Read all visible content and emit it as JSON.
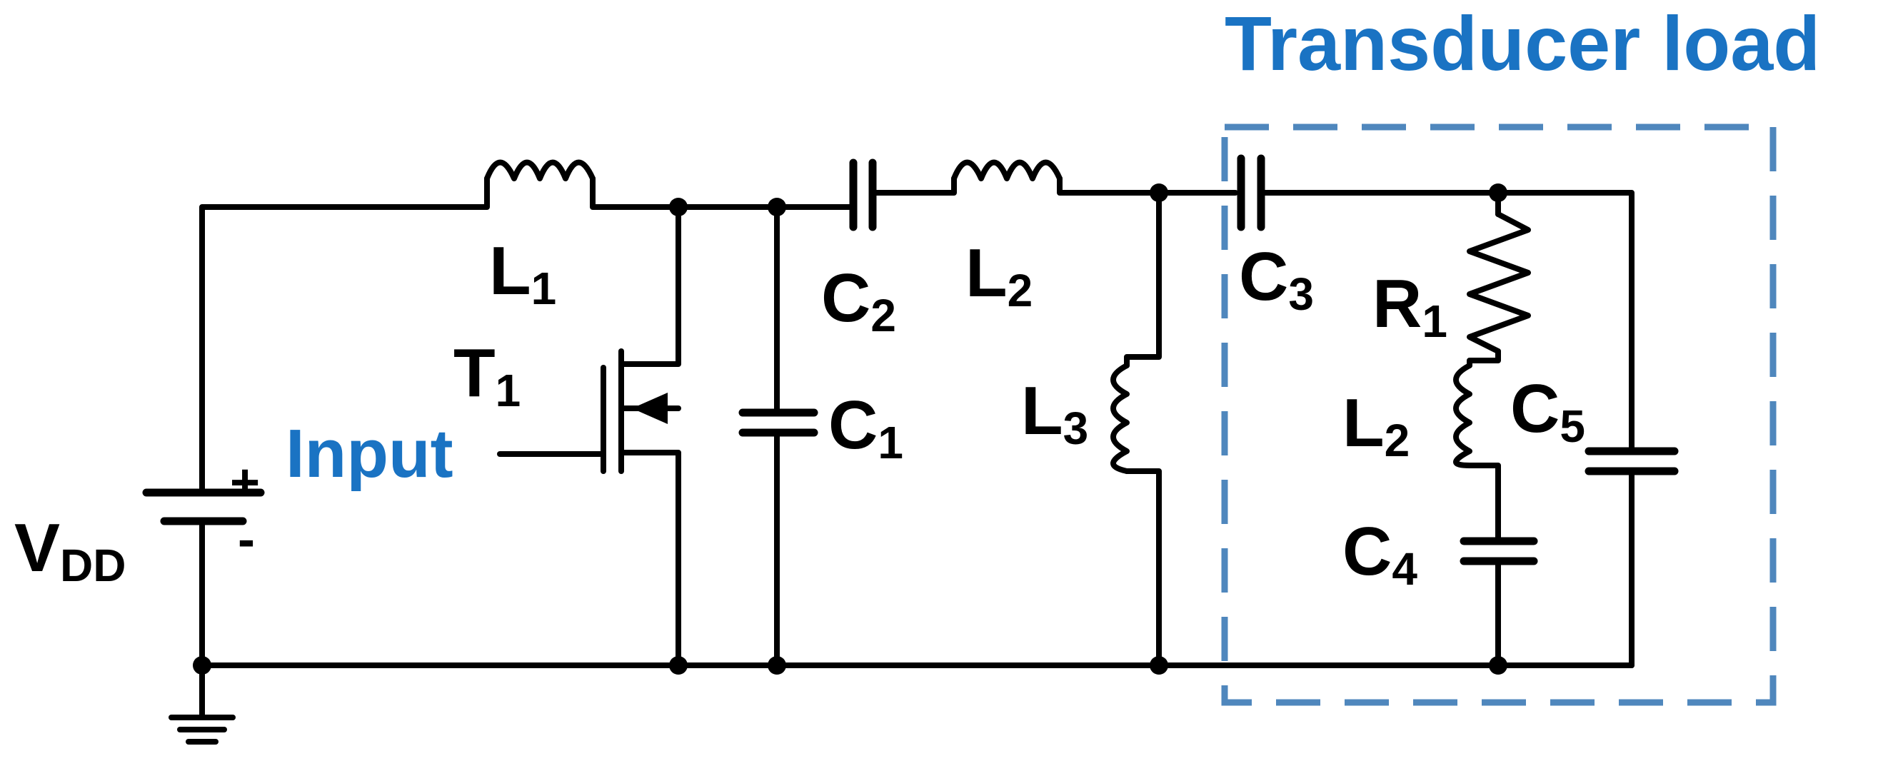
{
  "title": "Transducer load",
  "input_label": "Input",
  "colors": {
    "wire": "#000000",
    "accent_text": "#1a73c3",
    "dashed_box": "#4f87bd"
  },
  "components": {
    "vdd": {
      "main": "V",
      "sub": "DD",
      "plus": "+",
      "minus": "-"
    },
    "l1": {
      "main": "L",
      "sub": "1"
    },
    "t1": {
      "main": "T",
      "sub": "1"
    },
    "c1": {
      "main": "C",
      "sub": "1"
    },
    "c2": {
      "main": "C",
      "sub": "2"
    },
    "l2": {
      "main": "L",
      "sub": "2"
    },
    "l3": {
      "main": "L",
      "sub": "3"
    },
    "c3": {
      "main": "C",
      "sub": "3"
    },
    "r1": {
      "main": "R",
      "sub": "1"
    },
    "l2b": {
      "main": "L",
      "sub": "2"
    },
    "c4": {
      "main": "C",
      "sub": "4"
    },
    "c5": {
      "main": "C",
      "sub": "5"
    }
  }
}
